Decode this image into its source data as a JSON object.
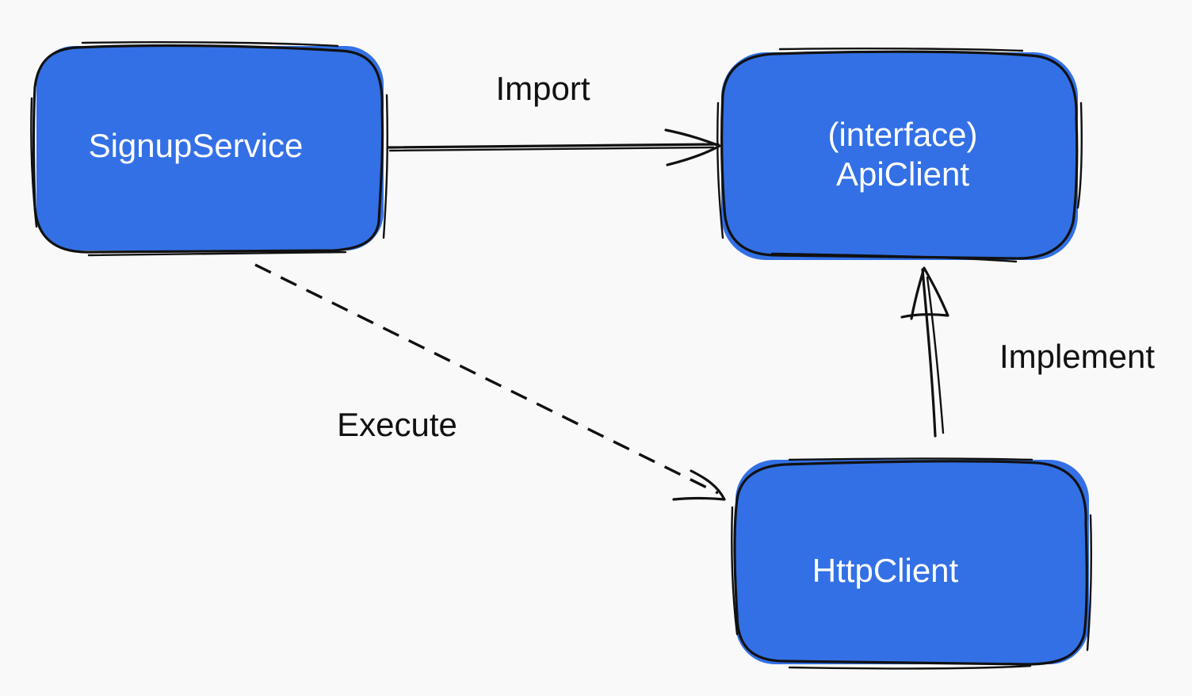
{
  "nodes": {
    "signup_service": {
      "label": "SignupService"
    },
    "api_client": {
      "line1": "(interface)",
      "line2": "ApiClient"
    },
    "http_client": {
      "label": "HttpClient"
    }
  },
  "edges": {
    "import": {
      "label": "Import"
    },
    "execute": {
      "label": "Execute"
    },
    "implement": {
      "label": "Implement"
    }
  },
  "colors": {
    "node_fill": "#3370e5",
    "background": "#f9f9f9",
    "stroke": "#111111"
  }
}
